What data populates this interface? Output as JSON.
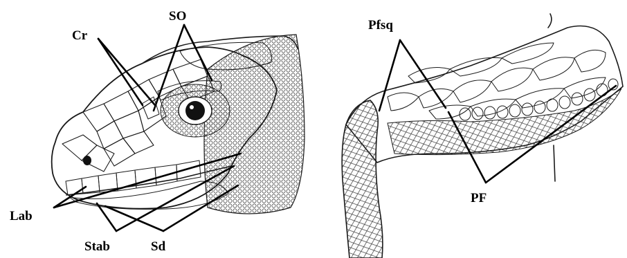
{
  "figure": {
    "panels": [
      {
        "id": "head",
        "description_icon": "lizard-head-lateral-icon"
      },
      {
        "id": "neck",
        "description_icon": "lizard-neck-scales-icon"
      }
    ],
    "labels": {
      "cr": "Cr",
      "so": "SO",
      "lab": "Lab",
      "stab": "Stab",
      "sd": "Sd",
      "pfsq": "Pfsq",
      "pf": "PF"
    },
    "colors": {
      "ink": "#1a1a1a",
      "background": "#ffffff"
    }
  }
}
